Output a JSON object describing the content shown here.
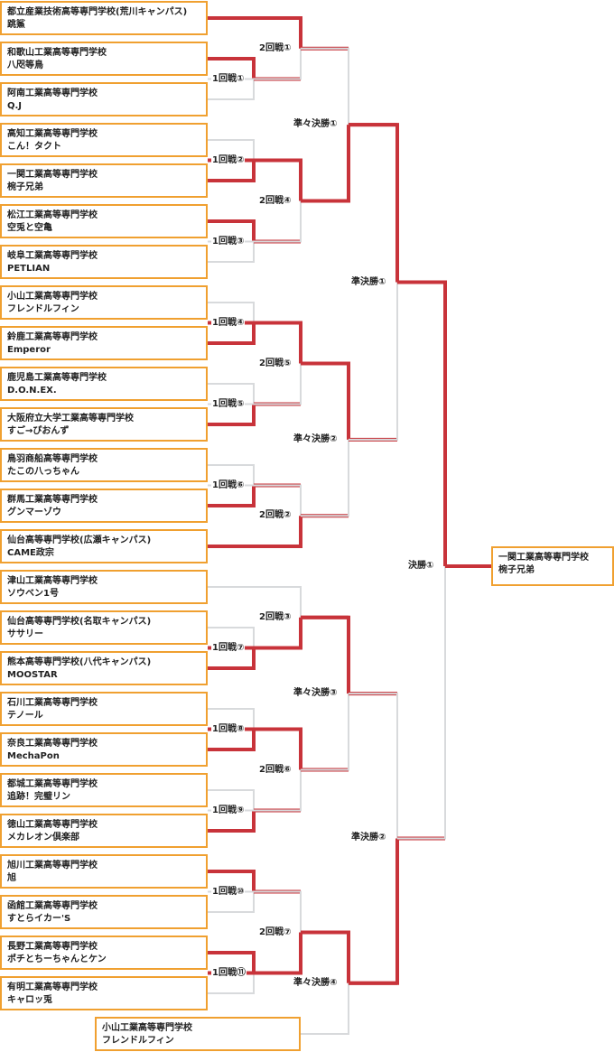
{
  "colors": {
    "line": "#d8dadc",
    "win": "#c8333a",
    "border": "#f0a030"
  },
  "teams": [
    {
      "school": "都立産業技術高等専門学校(荒川キャンパス)",
      "name": "跳鯊"
    },
    {
      "school": "和歌山工業高等専門学校",
      "name": "八咫等鳥"
    },
    {
      "school": "阿南工業高等専門学校",
      "name": "Q.J"
    },
    {
      "school": "高知工業高等専門学校",
      "name": "こん！タクト"
    },
    {
      "school": "一関工業高等専門学校",
      "name": "椀子兄弟"
    },
    {
      "school": "松江工業高等専門学校",
      "name": "空兎と空亀"
    },
    {
      "school": "岐阜工業高等専門学校",
      "name": "PETLIAN"
    },
    {
      "school": "小山工業高等専門学校",
      "name": "フレンドルフィン"
    },
    {
      "school": "鈴鹿工業高等専門学校",
      "name": "Emperor"
    },
    {
      "school": "鹿児島工業高等専門学校",
      "name": "D.O.N.EX."
    },
    {
      "school": "大阪府立大学工業高等専門学校",
      "name": "すご→ぴおんず"
    },
    {
      "school": "鳥羽商船高等専門学校",
      "name": "たこの八っちゃん"
    },
    {
      "school": "群馬工業高等専門学校",
      "name": "グンマーゾウ"
    },
    {
      "school": "仙台高等専門学校(広瀬キャンパス)",
      "name": "CAME政宗"
    },
    {
      "school": "津山工業高等専門学校",
      "name": "ソウベン1号"
    },
    {
      "school": "仙台高等専門学校(名取キャンパス)",
      "name": "ササリー"
    },
    {
      "school": "熊本高等専門学校(八代キャンパス)",
      "name": "MOOSTAR"
    },
    {
      "school": "石川工業高等専門学校",
      "name": "テノール"
    },
    {
      "school": "奈良工業高等専門学校",
      "name": "MechaPon"
    },
    {
      "school": "都城工業高等専門学校",
      "name": "追跡！完璧リン"
    },
    {
      "school": "徳山工業高等専門学校",
      "name": "メカレオン倶楽部"
    },
    {
      "school": "旭川工業高等専門学校",
      "name": "旭"
    },
    {
      "school": "函館工業高等専門学校",
      "name": "すとらイカー'S"
    },
    {
      "school": "長野工業高等専門学校",
      "name": "ポチとちーちゃんとケン"
    },
    {
      "school": "有明工業高等専門学校",
      "name": "キャロッ兎"
    },
    {
      "school": "小山工業高等専門学校",
      "name": "フレンドルフィン"
    }
  ],
  "champion": {
    "school": "一関工業高等専門学校",
    "name": "椀子兄弟"
  },
  "matches": {
    "r1": [
      "1回戦①",
      "1回戦②",
      "1回戦③",
      "1回戦④",
      "1回戦⑤",
      "1回戦⑥",
      "1回戦⑦",
      "1回戦⑧",
      "1回戦⑨",
      "1回戦⑩",
      "1回戦⑪"
    ],
    "r2": [
      "2回戦①",
      "2回戦④",
      "2回戦⑤",
      "2回戦②",
      "2回戦③",
      "2回戦⑥",
      "2回戦⑦"
    ],
    "qf": [
      "準々決勝①",
      "準々決勝②",
      "準々決勝③",
      "準々決勝④"
    ],
    "sf": [
      "準決勝①",
      "準決勝②"
    ],
    "final": "決勝①"
  }
}
